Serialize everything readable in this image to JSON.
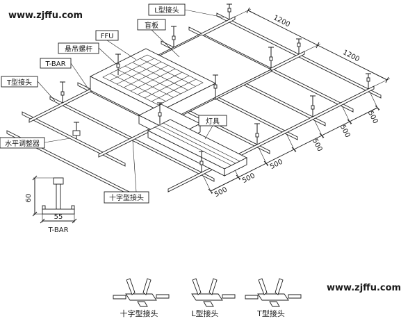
{
  "site": {
    "url": "www.zjffu.com"
  },
  "callouts": {
    "l_joint": "L型接头",
    "blind_plate": "盲板",
    "ffu": "FFU",
    "hanger_rod": "悬吊螺杆",
    "t_bar": "T-BAR",
    "t_joint": "T型接头",
    "leveler": "水平调整器",
    "cross_joint": "十字型接头",
    "light_fixture": "灯具"
  },
  "dimensions": {
    "top": [
      "1200",
      "1200"
    ],
    "right": [
      "500",
      "500",
      "500"
    ],
    "bottom": [
      "500",
      "500",
      "500"
    ]
  },
  "detail": {
    "height": "60",
    "width": "55",
    "caption": "T-BAR"
  },
  "legend": {
    "cross_joint": "十字型接头",
    "l_joint": "L型接头",
    "t_joint": "T型接头"
  }
}
